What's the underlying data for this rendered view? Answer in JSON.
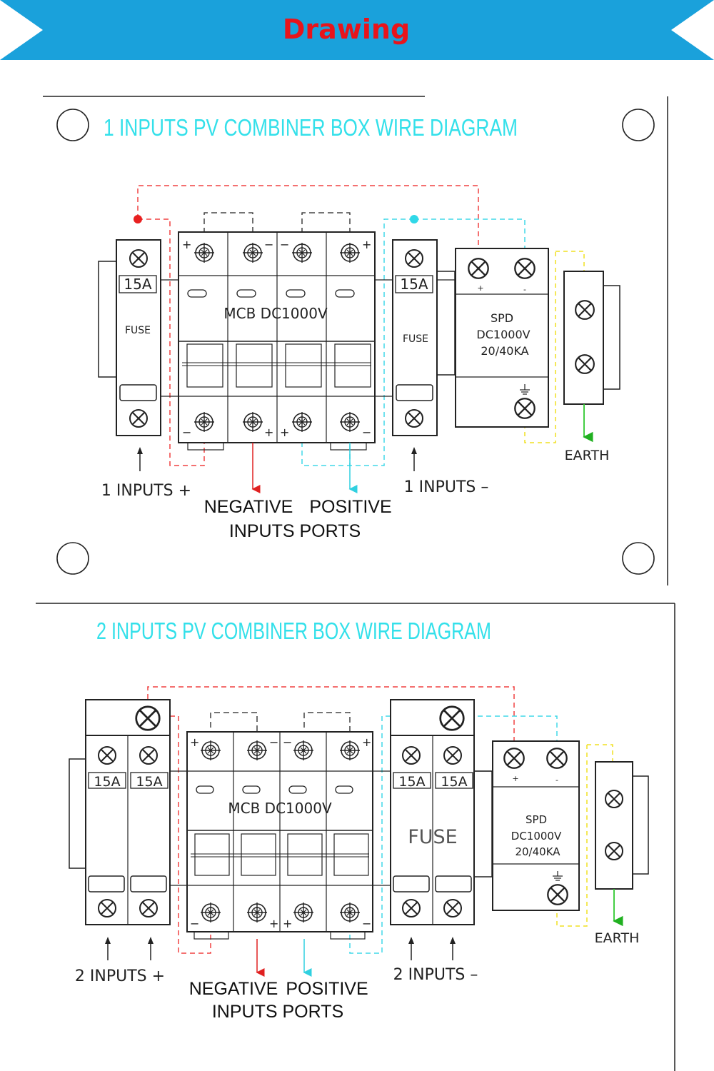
{
  "banner": {
    "title": "Drawing",
    "bg": "#1aa1db",
    "title_color": "#e8141b"
  },
  "diagram1": {
    "title": "1 INPUTS PV COMBINER BOX WIRE DIAGRAM",
    "fuse_left_rating": "15A",
    "fuse_left_label": "FUSE",
    "fuse_right_rating": "15A",
    "fuse_right_label": "FUSE",
    "mcb_label": "MCB DC1000V",
    "spd_label": "SPD",
    "spd_voltage": "DC1000V",
    "spd_current": "20/40KA",
    "spd_plus": "+",
    "spd_minus": "-",
    "input_plus": "1 INPUTS +",
    "input_minus": "1 INPUTS –",
    "negative": "NEGATIVE",
    "positive": "POSITIVE",
    "ports": "INPUTS PORTS",
    "earth": "EARTH"
  },
  "diagram2": {
    "title": "2 INPUTS PV COMBINER BOX WIRE DIAGRAM",
    "fuse_ratings": [
      "15A",
      "15A",
      "15A",
      "15A"
    ],
    "fuse_label": "FUSE",
    "mcb_label": "MCB DC1000V",
    "spd_label": "SPD",
    "spd_voltage": "DC1000V",
    "spd_current": "20/40KA",
    "spd_plus": "+",
    "spd_minus": "-",
    "input_plus": "2 INPUTS +",
    "input_minus": "2 INPUTS –",
    "negative": "NEGATIVE",
    "positive": "POSITIVE",
    "ports": "INPUTS PORTS",
    "earth": "EARTH"
  },
  "colors": {
    "title_cyan": "#33e0ea",
    "wire_red": "#f04040",
    "wire_cyan": "#40d8e8",
    "wire_yellow": "#f0e020",
    "wire_green": "#30c830",
    "line": "#222222"
  },
  "icons": {
    "terminal": "terminal-screw-icon",
    "earth_symbol": "ground-icon"
  }
}
